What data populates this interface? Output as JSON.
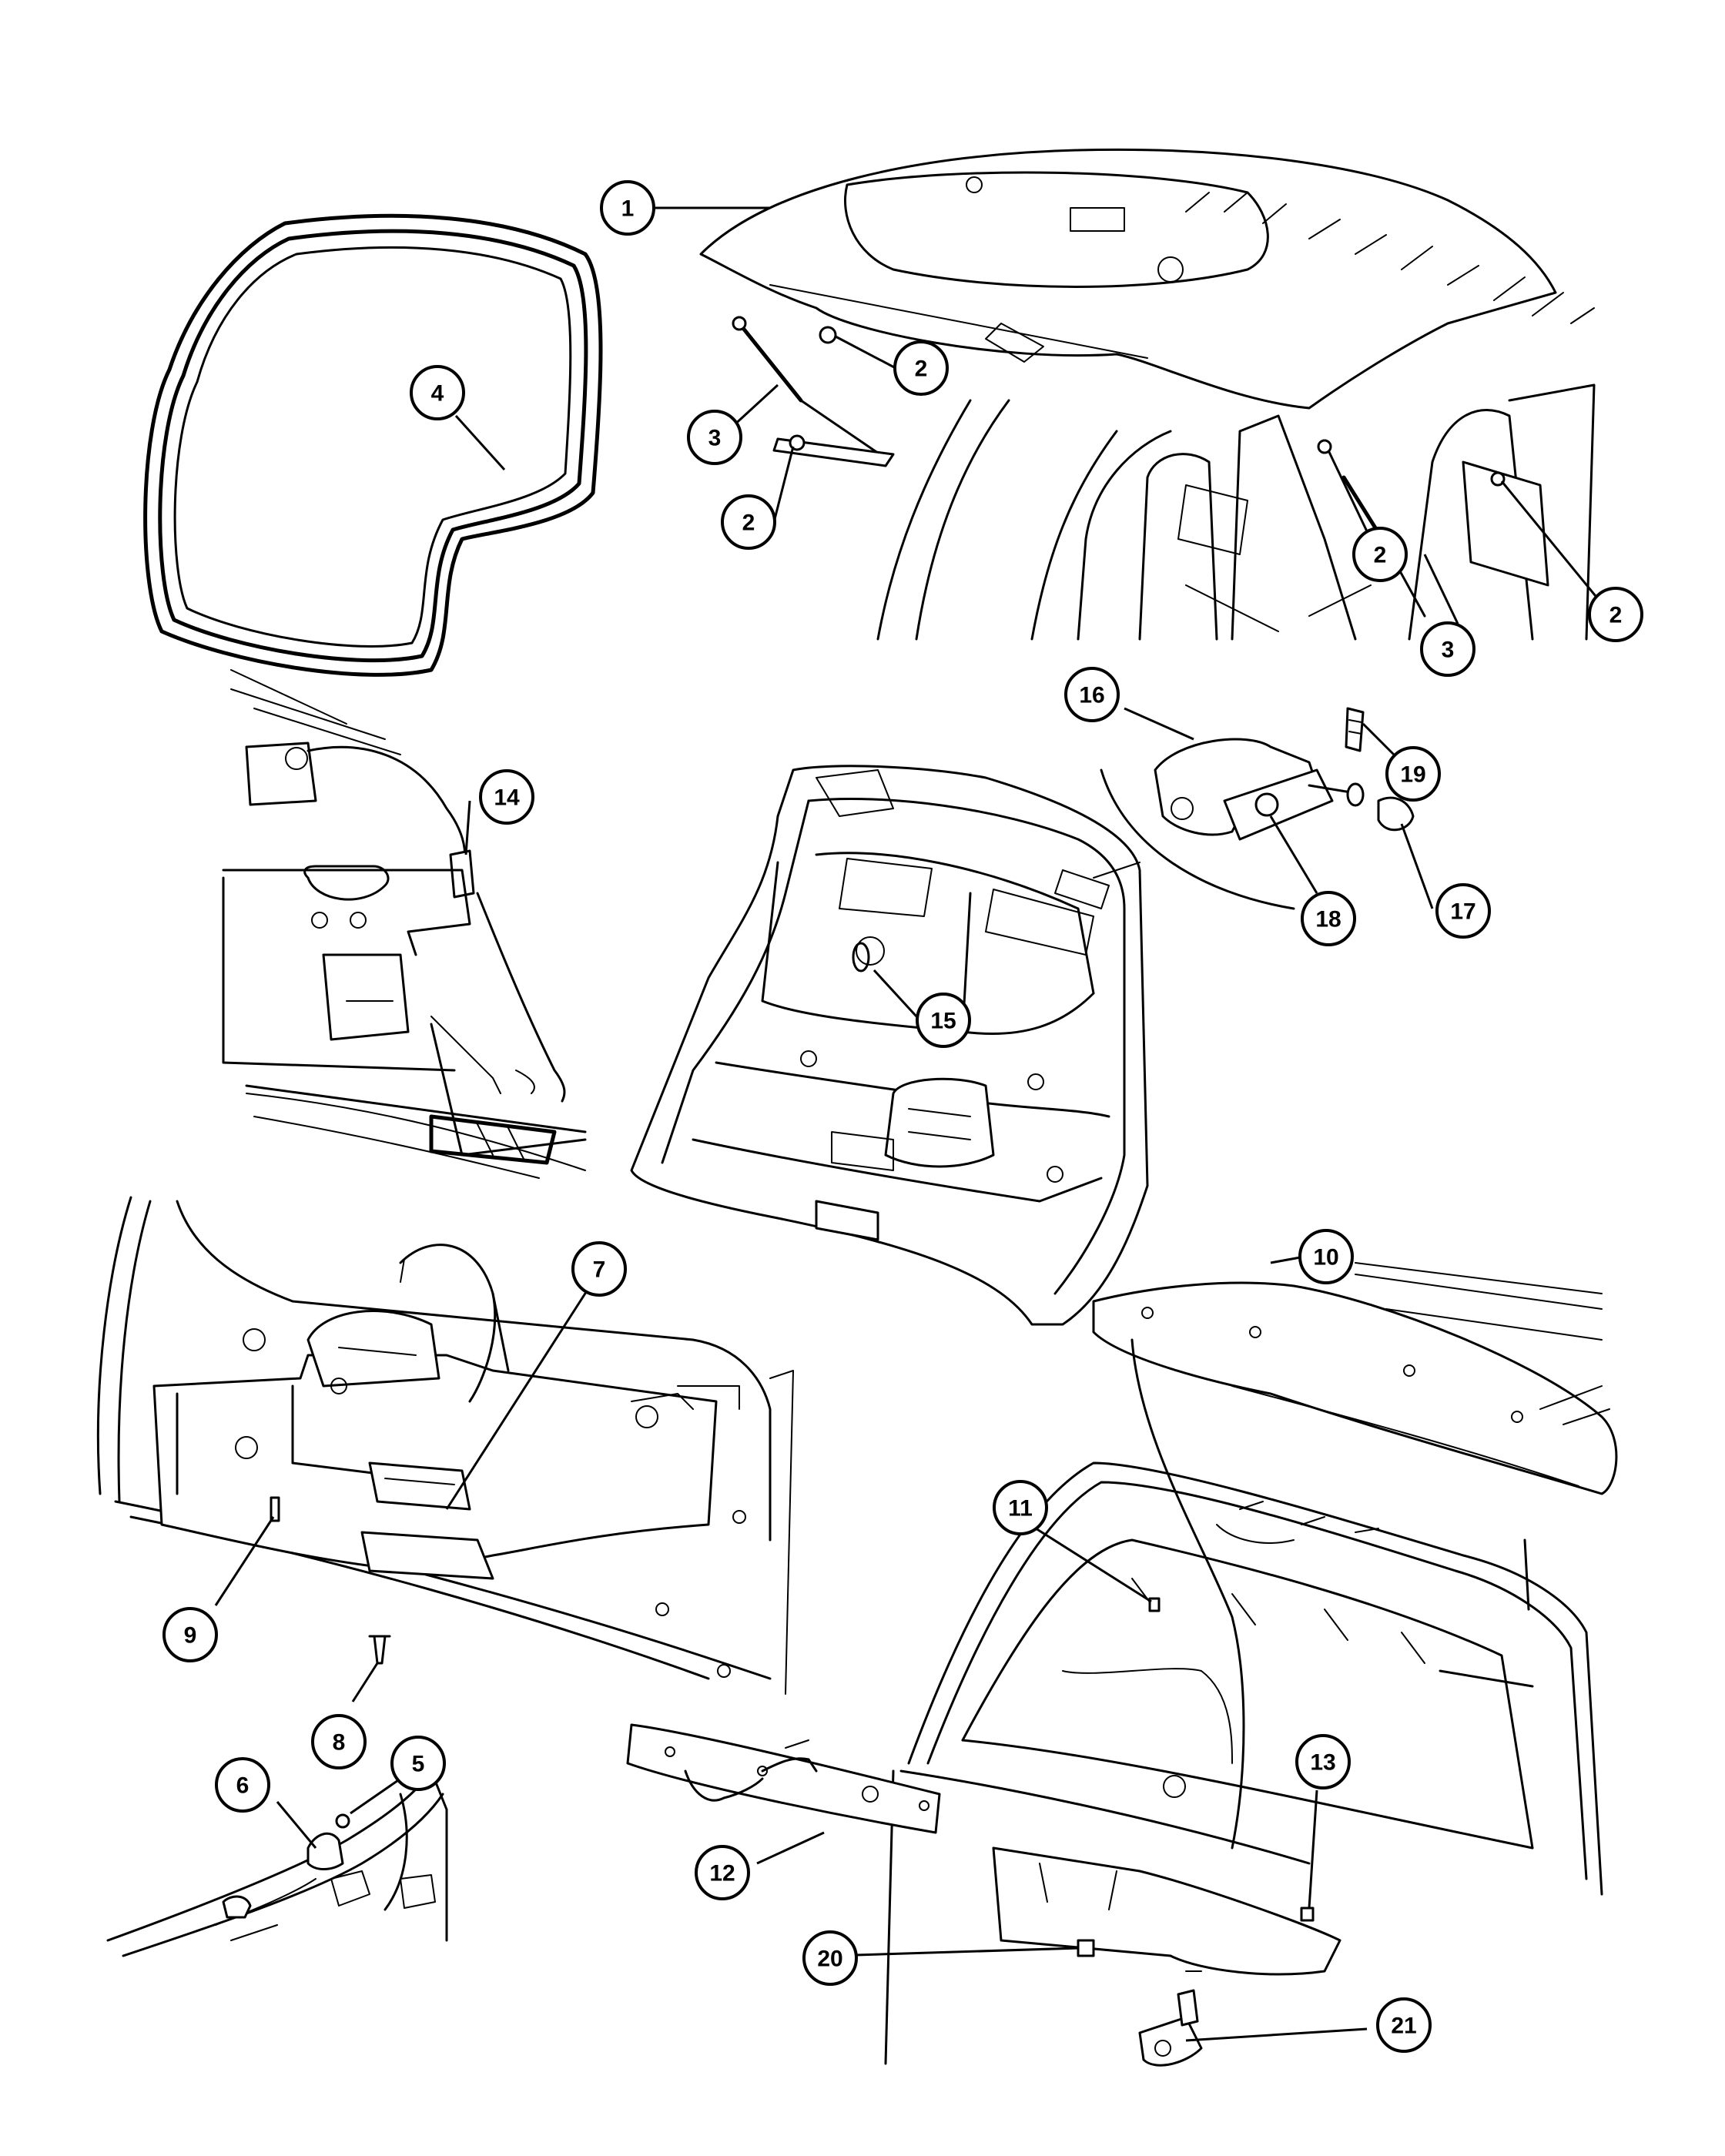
{
  "callouts": [
    {
      "label": "1"
    },
    {
      "label": "2"
    },
    {
      "label": "2"
    },
    {
      "label": "2"
    },
    {
      "label": "2"
    },
    {
      "label": "3"
    },
    {
      "label": "3"
    },
    {
      "label": "4"
    },
    {
      "label": "5"
    },
    {
      "label": "6"
    },
    {
      "label": "7"
    },
    {
      "label": "8"
    },
    {
      "label": "9"
    },
    {
      "label": "10"
    },
    {
      "label": "11"
    },
    {
      "label": "12"
    },
    {
      "label": "13"
    },
    {
      "label": "14"
    },
    {
      "label": "15"
    },
    {
      "label": "16"
    },
    {
      "label": "17"
    },
    {
      "label": "18"
    },
    {
      "label": "19"
    },
    {
      "label": "20"
    },
    {
      "label": "21"
    }
  ]
}
